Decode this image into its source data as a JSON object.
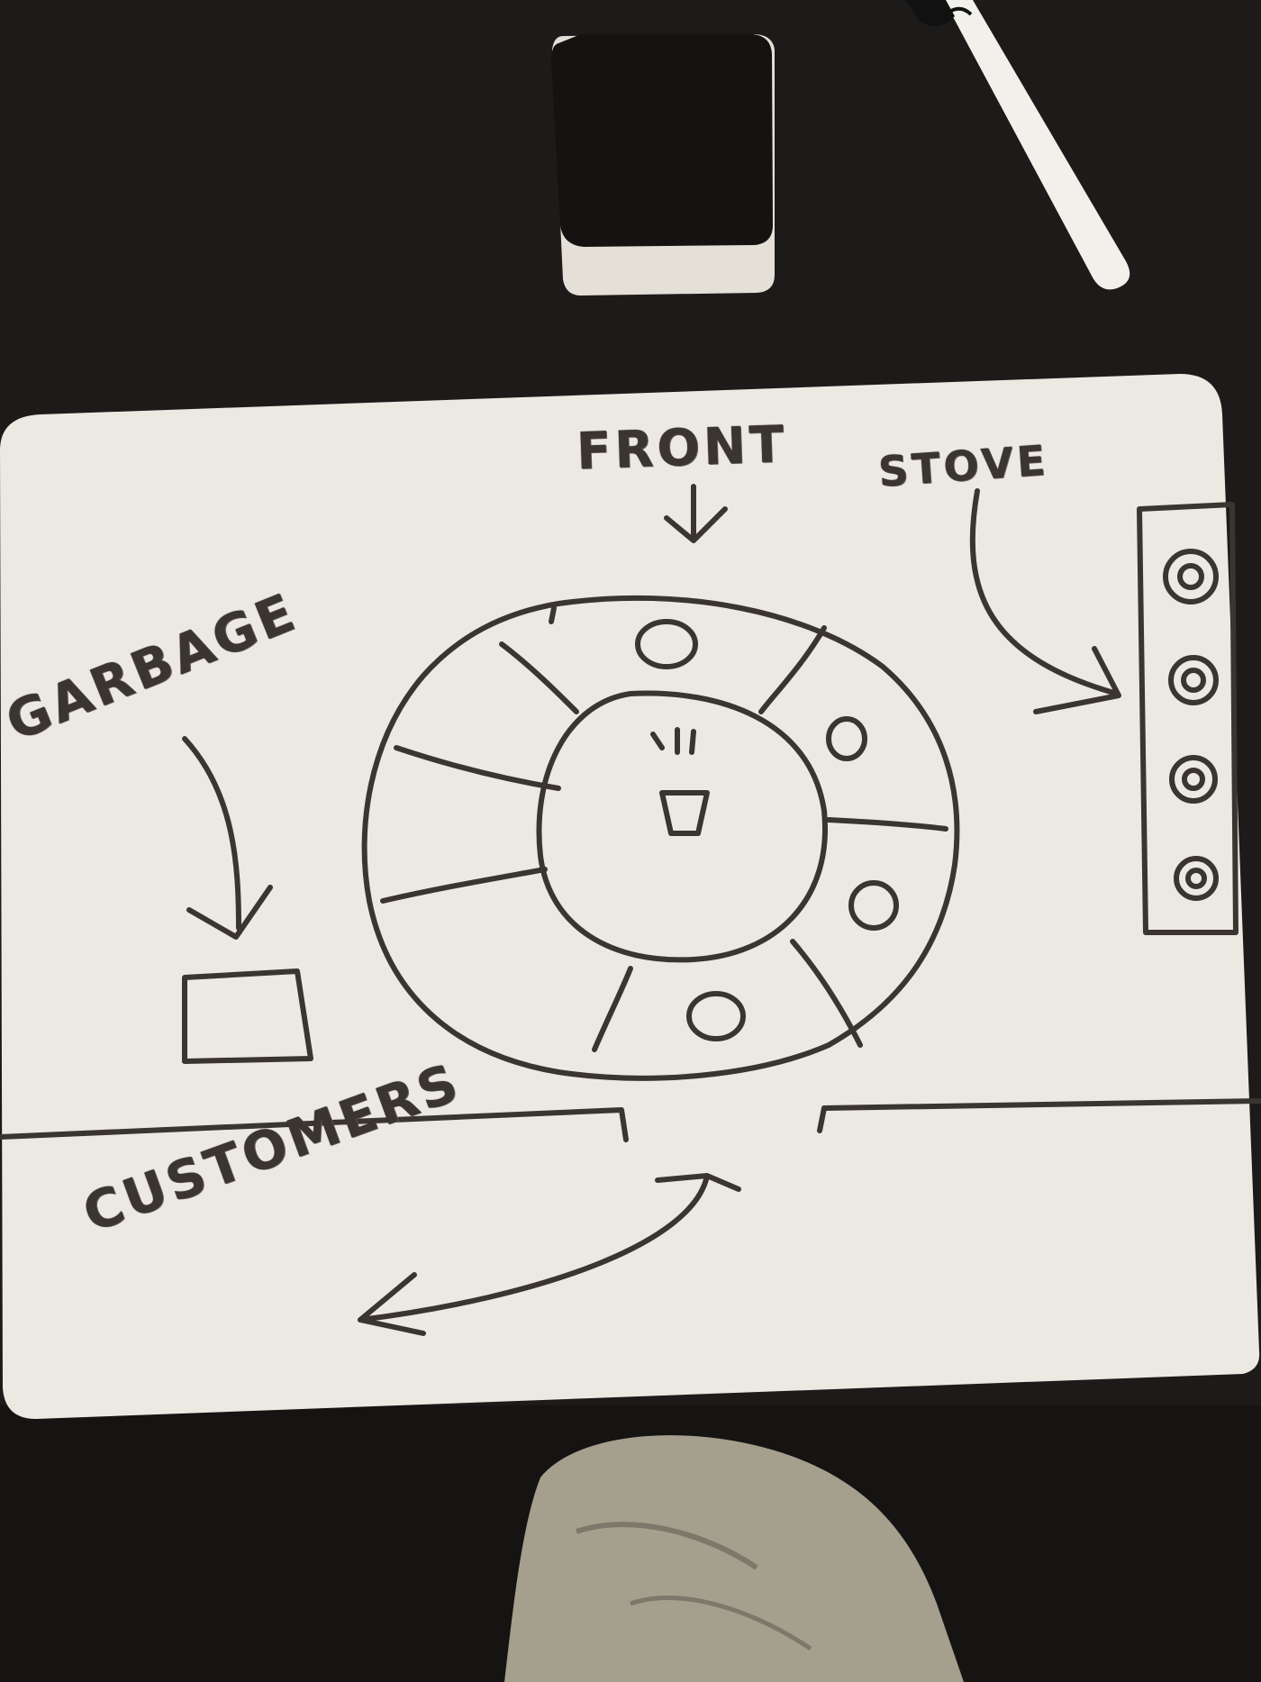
{
  "whiteboard": {
    "labels": {
      "front": "FRONT",
      "stove": "STOVE",
      "garbage": "GARBAGE",
      "customers": "CUSTOMERS"
    }
  },
  "colors": {
    "table": "#1d1b1a",
    "board": "#ece9e2",
    "ink": "#3a3531",
    "eraser_felt": "#141312",
    "eraser_body": "#e4e0d7",
    "marker": "#f2f0ea",
    "jeans": "#a59f8d"
  }
}
